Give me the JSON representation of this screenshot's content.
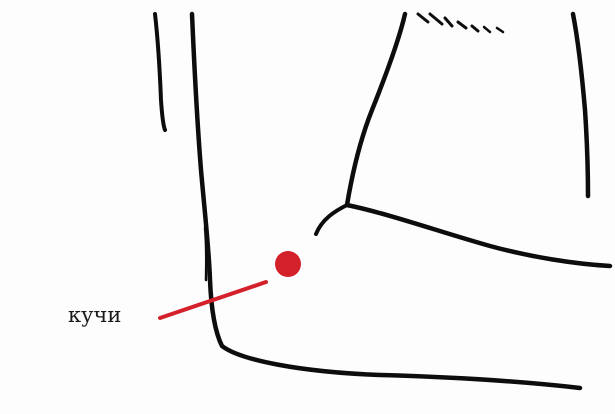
{
  "figure": {
    "subject": "ankle-line-drawing",
    "ink_color": "#0d0d0d",
    "marker_color": "#d4202a",
    "background_color": "#fdfdfd"
  },
  "point": {
    "label": "кучи",
    "icon": "acupoint-dot"
  }
}
